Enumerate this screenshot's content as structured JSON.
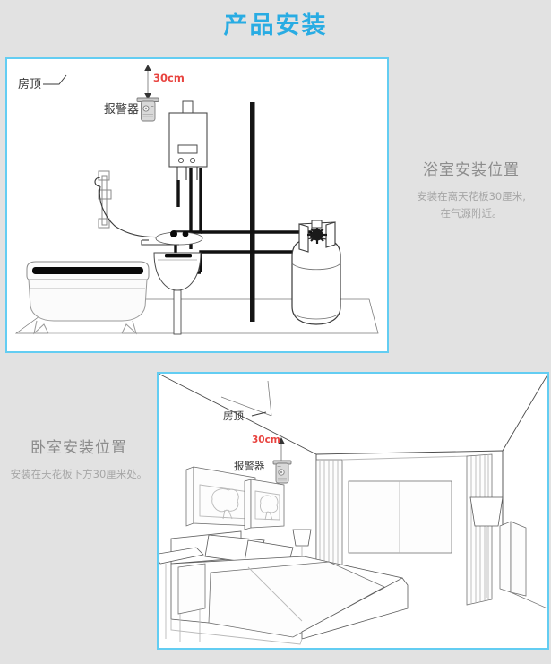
{
  "header": {
    "title": "产品安装",
    "accent_color": "#29ace3",
    "background_color": "#e2e2e2"
  },
  "panels": {
    "border_color": "#63cdf2",
    "bathroom": {
      "name": "bathroom-installation-diagram",
      "labels": {
        "ceiling": "房顶",
        "distance": "30cm",
        "device": "报警器"
      },
      "objects": [
        "bathtub",
        "pedestal-sink",
        "faucet",
        "shower-head",
        "gas-water-heater",
        "gas-cylinder",
        "gas-pipe",
        "wall",
        "gas-alarm"
      ]
    },
    "bedroom": {
      "name": "bedroom-installation-diagram",
      "labels": {
        "ceiling": "房顶",
        "distance": "30cm",
        "device": "报警器"
      },
      "objects": [
        "bed",
        "nightstand",
        "table-lamp",
        "floor-lamp",
        "wall-pictures",
        "window",
        "curtains",
        "desk",
        "gas-alarm"
      ]
    }
  },
  "captions": {
    "bathroom": {
      "title": "浴室安装位置",
      "description": "安装在离天花板30厘米,\n在气源附近。"
    },
    "bedroom": {
      "title": "卧室安装位置",
      "description": "安装在天花板下方30厘米处。"
    }
  },
  "colors": {
    "title_cyan": "#29ace3",
    "panel_border": "#63cdf2",
    "distance_red": "#e8433f",
    "caption_gray": "#9b9b9b",
    "page_background": "#e2e2e2"
  }
}
